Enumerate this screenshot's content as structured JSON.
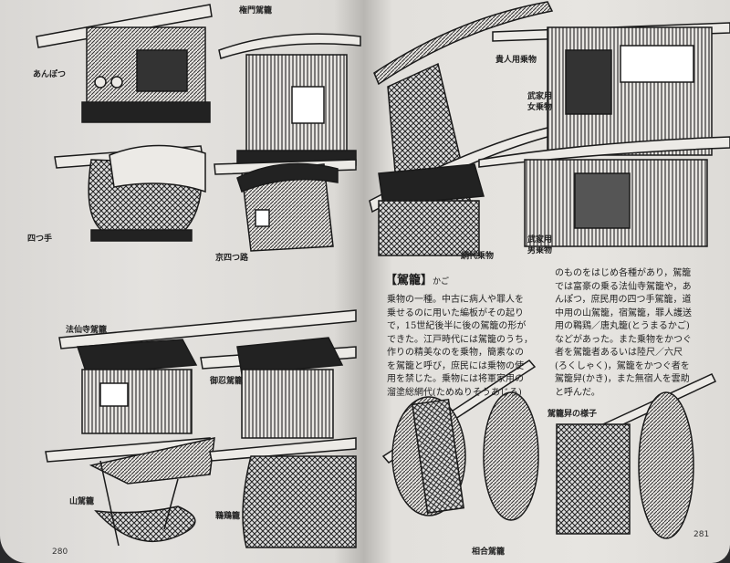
{
  "left_page": {
    "page_number": "280",
    "labels": {
      "anpotsu": "あんぽつ",
      "gonmon": "権門駕籠",
      "yotsude": "四つ手",
      "kyo_yotsuji": "京四つ路",
      "hosenji": "法仙寺駕籠",
      "oshinobi": "御忍駕籠",
      "yamakago": "山駕籠",
      "tomaru": "鶤鶏籠"
    }
  },
  "right_page": {
    "page_number": "281",
    "labels": {
      "kijin": "貴人用乗物",
      "buke_onna_1": "武家用",
      "buke_onna_2": "女乗物",
      "ajiro": "網代乗物",
      "buke_otoko_1": "武家用",
      "buke_otoko_2": "男乗物",
      "kakaki_caption": "駕籠舁の様子",
      "aiai": "相合駕籠"
    },
    "entry": {
      "bracket_open": "【",
      "term": "駕籠",
      "bracket_close": "】",
      "reading": "かご",
      "col1": [
        "乗物の一種。中古に病人や罪人を",
        "乗せるのに用いた編板がその起り",
        "で，15世紀後半に後の駕籠の形が",
        "できた。江戸時代には駕籠のうち，",
        "作りの精美なのを乗物，簡素なの",
        "を駕籠と呼び，庶民には乗物の使",
        "用を禁じた。乗物には将軍家用の",
        "溜塗総網代(ためぬりそうあじろ)"
      ],
      "col2": [
        "のものをはじめ各種があり，駕籠",
        "では富豪の乗る法仙寺駕籠や，あ",
        "んぽつ，庶民用の四つ手駕籠，道",
        "中用の山駕籠，宿駕籠，罪人護送",
        "用の鶤鶏／唐丸籠(とうまるかご)",
        "などがあった。また乗物をかつぐ",
        "者を駕籠者あるいは陸尺／六尺",
        "(ろくしゃく)，駕籠をかつぐ者を",
        "駕籠舁(かき)，また無宿人を雲助",
        "と呼んだ。"
      ]
    }
  }
}
